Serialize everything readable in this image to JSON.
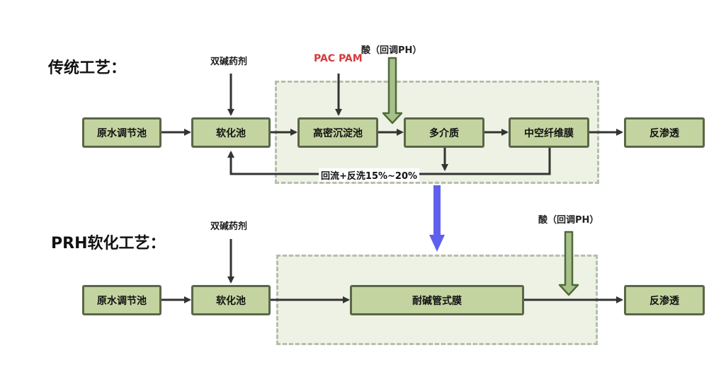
{
  "traditional": {
    "title": "传统工艺：",
    "reagent_label": "双碱药剂",
    "coagulant_label": "PAC PAM",
    "acid_label": "酸（回调PH）",
    "boxes": {
      "raw": "原水调节池",
      "soften": "软化池",
      "sediment": "高密沉淀池",
      "multimedia": "多介质",
      "hollow_fiber": "中空纤维膜",
      "ro": "反渗透"
    },
    "reflux_label": "回流+反洗15%~20%"
  },
  "prh": {
    "title": "PRH软化工艺：",
    "reagent_label": "双碱药剂",
    "acid_label": "酸（回调PH）",
    "boxes": {
      "raw": "原水调节池",
      "soften": "软化池",
      "tubular": "耐碱管式膜",
      "ro": "反渗透"
    }
  },
  "colors": {
    "box_fill": "#c3d4a0",
    "box_border": "#5a6648",
    "zone_fill": "#eef2e4",
    "zone_border": "#b4beac",
    "transition_arrow": "#6060ee",
    "acid_arrow": "#7a9a5a",
    "highlight_text": "#d63b3b"
  }
}
